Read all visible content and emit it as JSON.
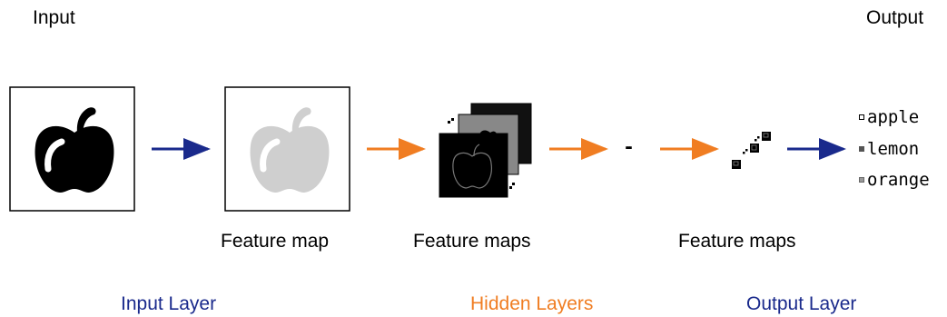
{
  "header": {
    "input": "Input",
    "output": "Output"
  },
  "captions": {
    "feature_map": "Feature map",
    "feature_maps_1": "Feature maps",
    "feature_maps_2": "Feature maps",
    "ellipsis": "..."
  },
  "layers": {
    "input": "Input Layer",
    "hidden": "Hidden Layers",
    "output": "Output Layer"
  },
  "outputs": [
    "apple",
    "lemon",
    "orange"
  ],
  "colors": {
    "input_layer": "#1a2a8c",
    "hidden_layer": "#f07d22",
    "output_layer": "#1a2a8c"
  }
}
